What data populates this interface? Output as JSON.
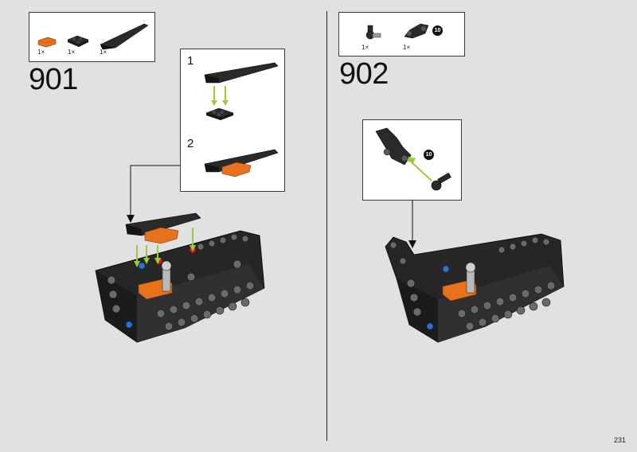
{
  "page_number": "231",
  "colors": {
    "orange": "#e8721c",
    "black_part": "#232323",
    "arrow_green": "#9ccc3c",
    "blue_pin": "#2f6fd6",
    "red_pin": "#c81e1e",
    "background": "#e1e1e1"
  },
  "step_901": {
    "number": "901",
    "parts": [
      {
        "name": "orange-curved-tile",
        "qty": "1×"
      },
      {
        "name": "black-plate-2x2",
        "qty": "1×"
      },
      {
        "name": "black-wedge-slope",
        "qty": "1×"
      }
    ],
    "substeps": [
      {
        "label": "1"
      },
      {
        "label": "2"
      }
    ]
  },
  "step_902": {
    "number": "902",
    "parts": [
      {
        "name": "black-connector",
        "qty": "1×"
      },
      {
        "name": "black-bent-beam",
        "qty": "1×",
        "callout": "10"
      }
    ],
    "callout_label": "10"
  }
}
